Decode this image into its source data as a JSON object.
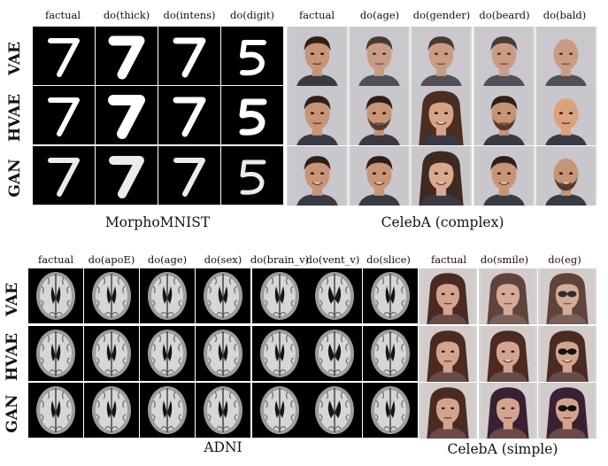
{
  "panels": {
    "morpho": {
      "caption": "MorphoMNIST",
      "columns": [
        "factual",
        "do(thick)",
        "do(intens)",
        "do(digit)"
      ],
      "rows": [
        "VAE",
        "HVAE",
        "GAN"
      ]
    },
    "celeba_complex": {
      "caption": "CelebA (complex)",
      "columns": [
        "factual",
        "do(age)",
        "do(gender)",
        "do(beard)",
        "do(bald)"
      ]
    },
    "adni": {
      "caption": "ADNI",
      "columns": [
        "factual",
        "do(apoE)",
        "do(age)",
        "do(sex)",
        "do(brain_v)",
        "do(vent_v)",
        "do(slice)"
      ],
      "rows": [
        "VAE",
        "HVAE",
        "GAN"
      ]
    },
    "celeba_simple": {
      "caption": "CelebA (simple)",
      "columns": [
        "factual",
        "do(smile)",
        "do(eg)"
      ]
    }
  }
}
